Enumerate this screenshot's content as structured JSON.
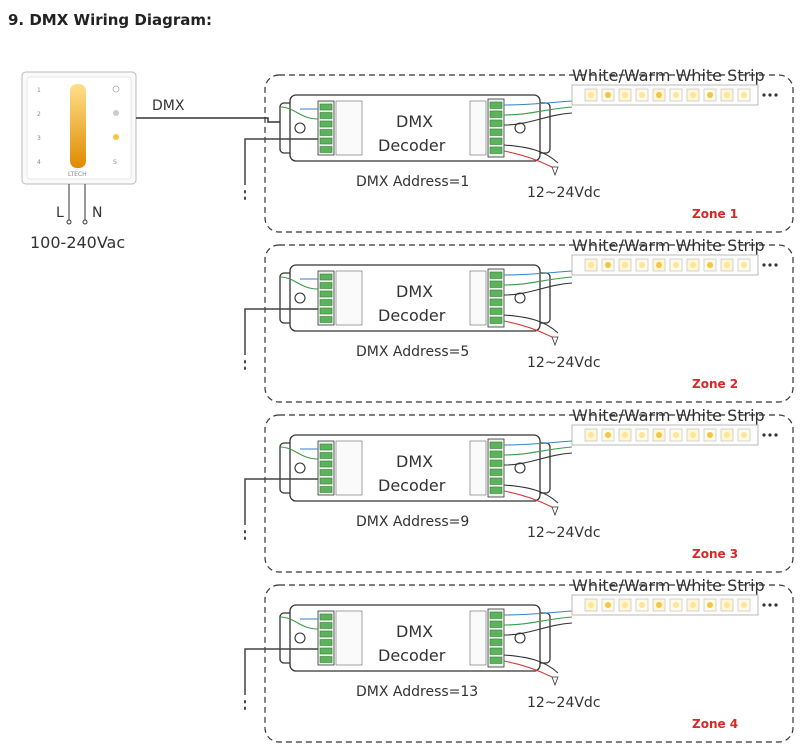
{
  "title": "9. DMX Wiring Diagram:",
  "panel": {
    "brand": "LTECH",
    "left_icons": [
      "1",
      "2",
      "3",
      "4"
    ],
    "right_icons": [
      "bulb-dim-icon",
      "bulb-half-icon",
      "bulb-bright-icon",
      "s-icon"
    ],
    "dmx_label": "DMX",
    "terminal_l": "L",
    "terminal_n": "N",
    "supply": "100-240Vac"
  },
  "zones": [
    {
      "name": "Zone 1",
      "address": "DMX Address=1",
      "decoder_line1": "DMX",
      "decoder_line2": "Decoder",
      "strip": "White/Warm White Strip",
      "power": "12~24Vdc"
    },
    {
      "name": "Zone 2",
      "address": "DMX Address=5",
      "decoder_line1": "DMX",
      "decoder_line2": "Decoder",
      "strip": "White/Warm White Strip",
      "power": "12~24Vdc"
    },
    {
      "name": "Zone 3",
      "address": "DMX Address=9",
      "decoder_line1": "DMX",
      "decoder_line2": "Decoder",
      "strip": "White/Warm White Strip",
      "power": "12~24Vdc"
    },
    {
      "name": "Zone 4",
      "address": "DMX Address=13",
      "decoder_line1": "DMX",
      "decoder_line2": "Decoder",
      "strip": "White/Warm White Strip",
      "power": "12~24Vdc"
    }
  ],
  "colors": {
    "zone_label": "#d62828",
    "wire_green": "#3a9a4a",
    "wire_blue": "#3a7fc4",
    "wire_red": "#d43a3a",
    "slider_top": "#ffe08a",
    "slider_bottom": "#e08a00"
  }
}
